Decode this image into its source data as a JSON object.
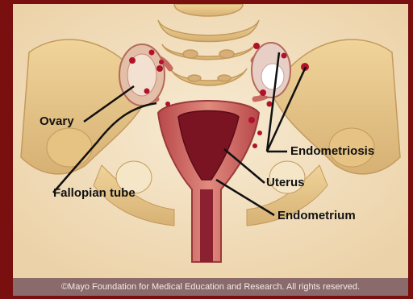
{
  "labels": {
    "ovary": "Ovary",
    "fallopian_tube": "Fallopian tube",
    "endometriosis": "Endometriosis",
    "uterus": "Uterus",
    "endometrium": "Endometrium"
  },
  "credit": "©Mayo Foundation for Medical Education and Research.  All rights reserved.",
  "colors": {
    "frame": "#7a0f10",
    "background": "#f4e3c6",
    "bone": "#e8c98a",
    "uterus": "#c9605c",
    "endometrium_cavity": "#7a1322",
    "lesion": "#b0122a",
    "credit_bar": "#8a6a6a"
  }
}
